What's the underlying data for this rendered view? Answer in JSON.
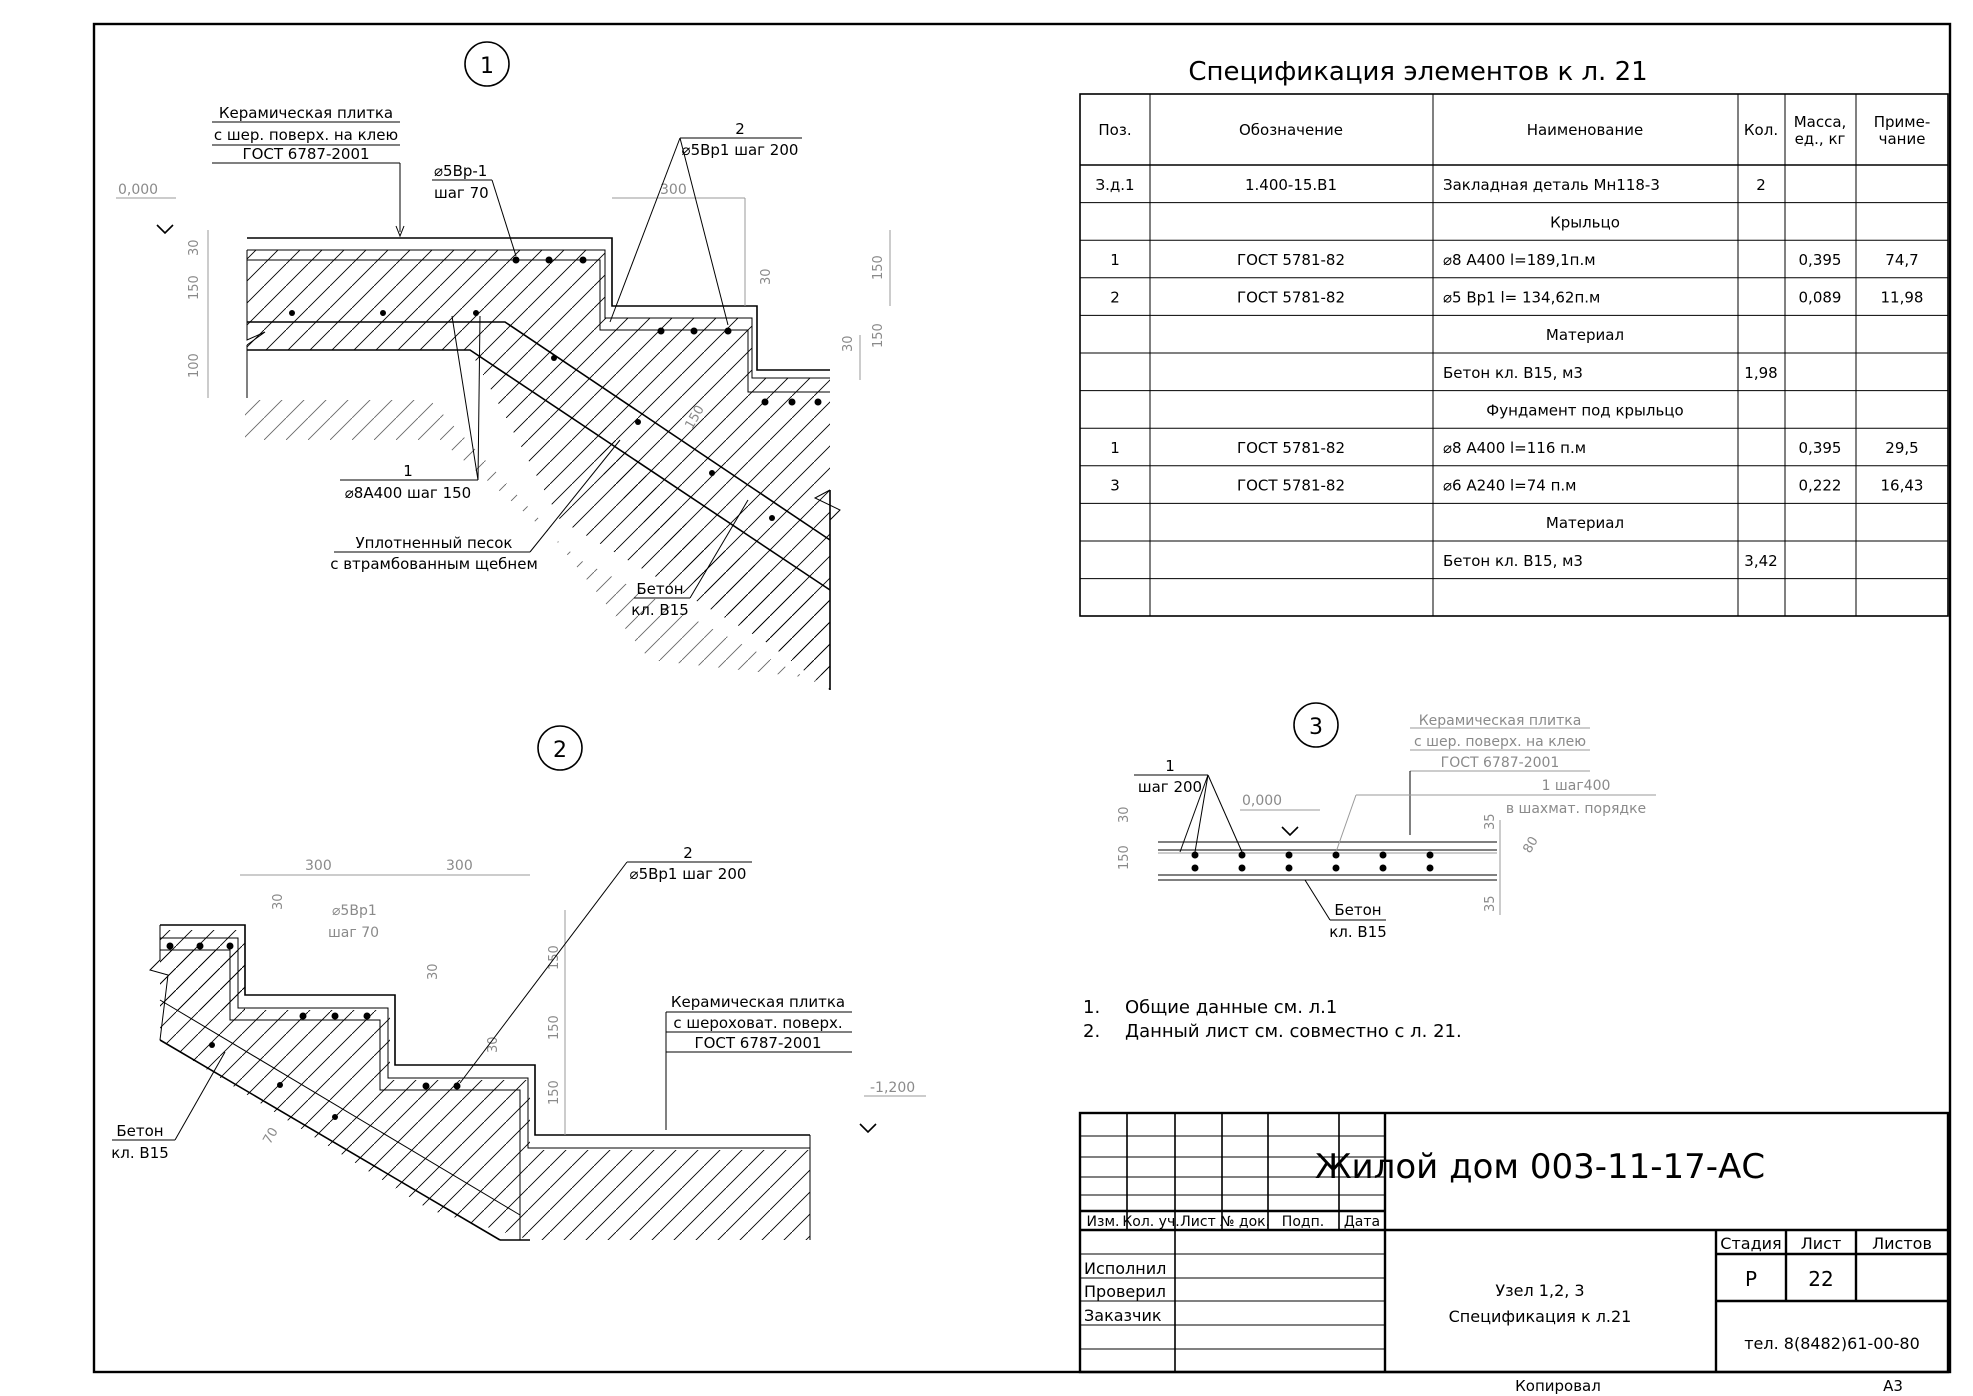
{
  "detail1": {
    "node_number": "1",
    "tile_lines": [
      "Керамическая плитка",
      "с шер. поверх. на клею",
      "ГОСТ 6787-2001"
    ],
    "mesh_label": [
      "⌀5Вр-1",
      "шаг 70"
    ],
    "bar2_label": [
      "2",
      "⌀5Вр1 шаг 200"
    ],
    "bar1_label": [
      "1",
      "⌀8А400 шаг 150"
    ],
    "sand_label": [
      "Уплотненный песок",
      "с втрамбованным щебнем"
    ],
    "concrete_label": [
      "Бетон",
      "кл. В15"
    ],
    "level": "0,000",
    "dims": [
      "30",
      "150",
      "100",
      "300",
      "30",
      "150",
      "30",
      "150",
      "150"
    ]
  },
  "detail2": {
    "node_number": "2",
    "bar2_label": [
      "2",
      "⌀5Вр1 шаг 200"
    ],
    "mesh_label": [
      "⌀5Вр1",
      "шаг 70"
    ],
    "tile_lines": [
      "Керамическая плитка",
      "с шероховат. поверх.",
      "ГОСТ 6787-2001"
    ],
    "concrete_label": [
      "Бетон",
      "кл. В15"
    ],
    "level": "-1,200",
    "dims": [
      "300",
      "300",
      "30",
      "30",
      "30",
      "150",
      "150",
      "150",
      "70"
    ]
  },
  "detail3": {
    "node_number": "3",
    "tile_lines": [
      "Керамическая плитка",
      "с шер. поверх. на клею",
      "ГОСТ 6787-2001"
    ],
    "bar1_label": [
      "1",
      "шаг 200"
    ],
    "bar1b_label": [
      "1 шаг400",
      "в шахмат. порядке"
    ],
    "concrete_label": [
      "Бетон",
      "кл. В15"
    ],
    "level": "0,000",
    "dims": [
      "30",
      "150",
      "35",
      "80",
      "35"
    ]
  },
  "spec": {
    "title": "Спецификация элементов к л. 21",
    "headers": [
      "Поз.",
      "Обозначение",
      "Наименование",
      "Кол.",
      "Масса, ед., кг",
      "Приме- чание"
    ],
    "rows": [
      {
        "pos": "З.д.1",
        "code": "1.400-15.В1",
        "name": "Закладная деталь Мн118-3",
        "qty": "2",
        "mass": "",
        "note": "",
        "center": false
      },
      {
        "pos": "",
        "code": "",
        "name": "Крыльцо",
        "qty": "",
        "mass": "",
        "note": "",
        "center": true
      },
      {
        "pos": "1",
        "code": "ГОСТ 5781-82",
        "name": "⌀8 А400 l=189,1п.м",
        "qty": "",
        "mass": "0,395",
        "note": "74,7",
        "center": false
      },
      {
        "pos": "2",
        "code": "ГОСТ 5781-82",
        "name": "⌀5 Вр1  l= 134,62п.м",
        "qty": "",
        "mass": "0,089",
        "note": "11,98",
        "center": false
      },
      {
        "pos": "",
        "code": "",
        "name": "Материал",
        "qty": "",
        "mass": "",
        "note": "",
        "center": true
      },
      {
        "pos": "",
        "code": "",
        "name": "Бетон кл. В15, м3",
        "qty": "1,98",
        "mass": "",
        "note": "",
        "center": false
      },
      {
        "pos": "",
        "code": "",
        "name": "Фундамент под крыльцо",
        "qty": "",
        "mass": "",
        "note": "",
        "center": true
      },
      {
        "pos": "1",
        "code": "ГОСТ 5781-82",
        "name": "⌀8 А400 l=116 п.м",
        "qty": "",
        "mass": "0,395",
        "note": "29,5",
        "center": false
      },
      {
        "pos": "3",
        "code": "ГОСТ 5781-82",
        "name": "⌀6 А240  l=74 п.м",
        "qty": "",
        "mass": "0,222",
        "note": "16,43",
        "center": false
      },
      {
        "pos": "",
        "code": "",
        "name": "Материал",
        "qty": "",
        "mass": "",
        "note": "",
        "center": true
      },
      {
        "pos": "",
        "code": "",
        "name": "Бетон кл. В15, м3",
        "qty": "3,42",
        "mass": "",
        "note": "",
        "center": false
      },
      {
        "pos": "",
        "code": "",
        "name": "",
        "qty": "",
        "mass": "",
        "note": "",
        "center": false
      }
    ]
  },
  "notes": [
    {
      "num": "1.",
      "text": "Общие данные см. л.1"
    },
    {
      "num": "2.",
      "text": "Данный лист см. совместно с л. 21."
    }
  ],
  "title_block": {
    "project": "Жилой дом 003-11-17-АС",
    "col_headers": [
      "Изм.",
      "Кол. уч.",
      "Лист",
      "№ док.",
      "Подп.",
      "Дата"
    ],
    "roles": [
      "Исполнил",
      "Проверил",
      "Заказчик"
    ],
    "sheet_name": [
      "Узел 1,2, 3",
      "Спецификация к л.21"
    ],
    "stage_label": "Стадия",
    "sheet_label": "Лист",
    "sheets_label": "Листов",
    "stage": "Р",
    "sheet": "22",
    "sheets": "",
    "phone": "тел. 8(8482)61-00-80",
    "copied": "Копировал",
    "format": "А3"
  }
}
